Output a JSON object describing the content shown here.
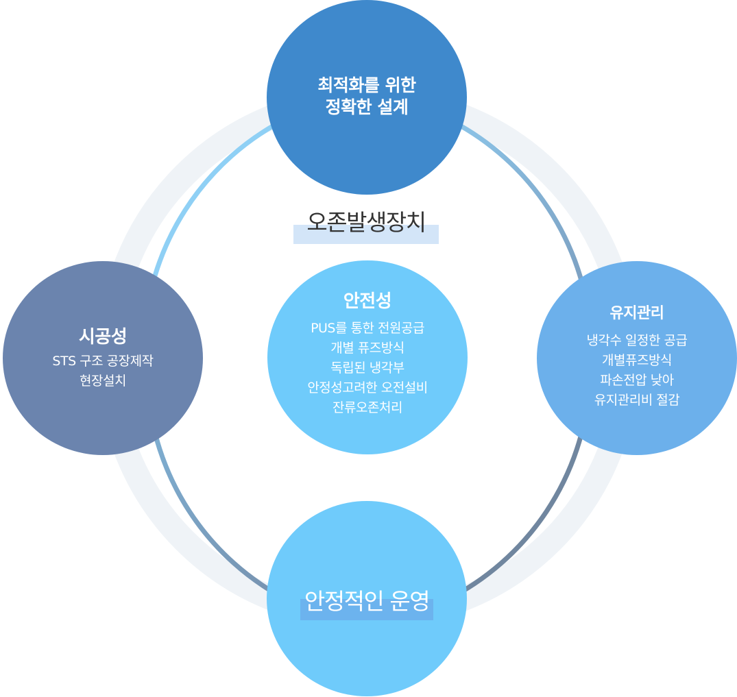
{
  "diagram": {
    "title": "오존발생장치",
    "nodes": {
      "top": {
        "title_lines": [
          "최적화를 위한",
          "정확한 설계"
        ],
        "color": "#3f89cc"
      },
      "left": {
        "title": "시공성",
        "lines": [
          "STS 구조 공장제작",
          "현장설치"
        ],
        "color": "#6b84ae"
      },
      "center": {
        "title": "안전성",
        "lines": [
          "PUS를 통한 전원공급",
          "개별 퓨즈방식",
          "독립된 냉각부",
          "안정성고려한 오전설비",
          "잔류오존처리"
        ],
        "color": "#6fcbfb"
      },
      "right": {
        "title": "유지관리",
        "lines": [
          "냉각수 일정한 공급",
          "개별퓨즈방식",
          "파손전압 낮아",
          "유지관리비 절감"
        ],
        "color": "#6cb0eb"
      },
      "bottom": {
        "title": "안정적인 운영",
        "color": "#6fcbfb"
      }
    },
    "ring": {
      "track_color": "#eff3f7",
      "arc_colors": {
        "top_left": "#8fd0f5",
        "top_right_start": "#8cc6ea",
        "top_right_end": "#7b9cbd",
        "bottom_right": "#70869f",
        "bottom_left_start": "#7fb2d6",
        "bottom_left_end": "#7690ad"
      }
    }
  }
}
